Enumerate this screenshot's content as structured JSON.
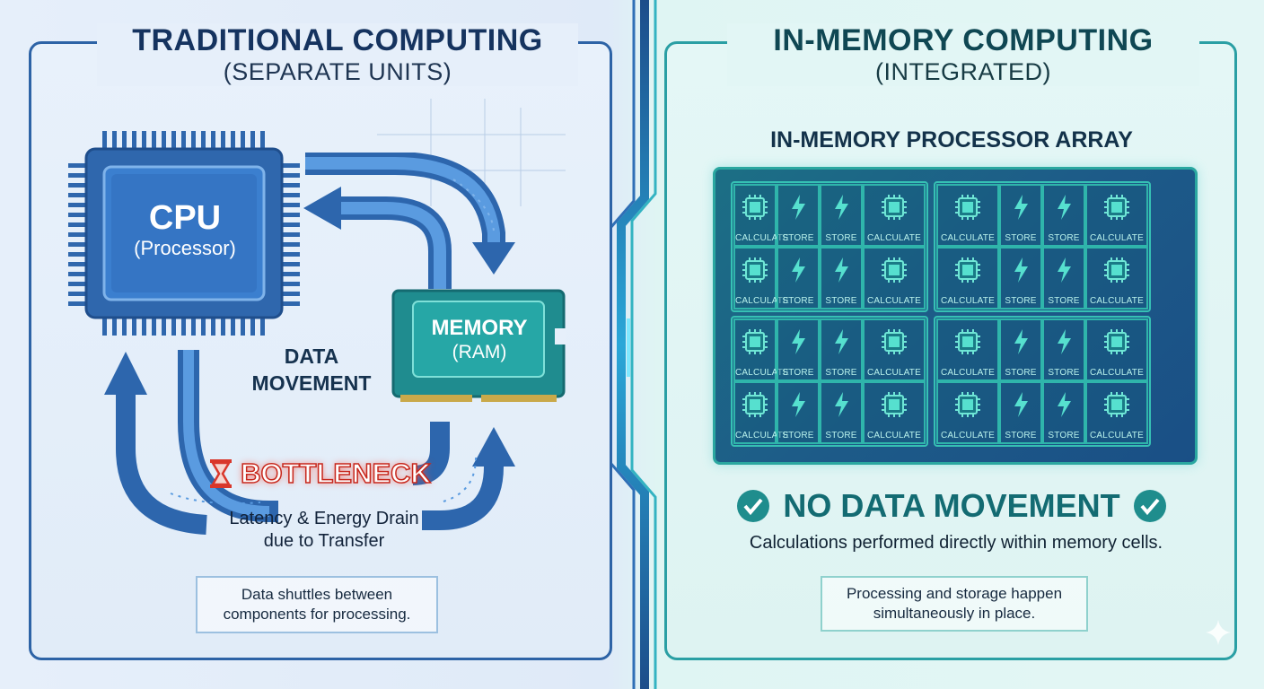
{
  "left": {
    "title": "TRADITIONAL COMPUTING",
    "subtitle": "(SEPARATE UNITS)",
    "cpu_title": "CPU",
    "cpu_sub": "(Processor)",
    "memory_title": "MEMORY",
    "memory_sub": "(RAM)",
    "data_movement_line1": "DATA",
    "data_movement_line2": "MOVEMENT",
    "bottleneck": "BOTTLENECK",
    "latency_line1": "Latency & Energy Drain",
    "latency_line2": "due to Transfer",
    "note_line1": "Data shuttles between",
    "note_line2": "components for processing."
  },
  "right": {
    "title": "IN-MEMORY COMPUTING",
    "subtitle": "(INTEGRATED)",
    "array_title": "IN-MEMORY PROCESSOR ARRAY",
    "grid_rows": [
      [
        "CALCULATE",
        "STORE",
        "STORE",
        "CALCULATE",
        "CALCULATE",
        "STORE",
        "STORE",
        "CALCULATE"
      ],
      [
        "CALCULATE",
        "STORE",
        "STORE",
        "CALCULATE",
        "CALCULATE",
        "STORE",
        "STORE",
        "CALCULATE"
      ],
      [
        "CALCULATE",
        "STORE",
        "STORE",
        "CALCULATE",
        "CALCULATE",
        "STORE",
        "STORE",
        "CALCULATE"
      ],
      [
        "CALCULATE",
        "STORE",
        "STORE",
        "CALCULATE",
        "CALCULATE",
        "STORE",
        "STORE",
        "CALCULATE"
      ]
    ],
    "no_data_movement": "NO DATA MOVEMENT",
    "calc_statement": "Calculations performed directly within memory cells.",
    "note_line1": "Processing and storage happen",
    "note_line2": "simultaneously in place."
  },
  "colors": {
    "left_accent": "#2d63a6",
    "right_accent": "#2a9fa4",
    "bottleneck_red": "#d9372b"
  },
  "icons": [
    "chip-icon",
    "lightning-icon",
    "hourglass-icon",
    "check-circle-icon",
    "sparkle-icon"
  ]
}
